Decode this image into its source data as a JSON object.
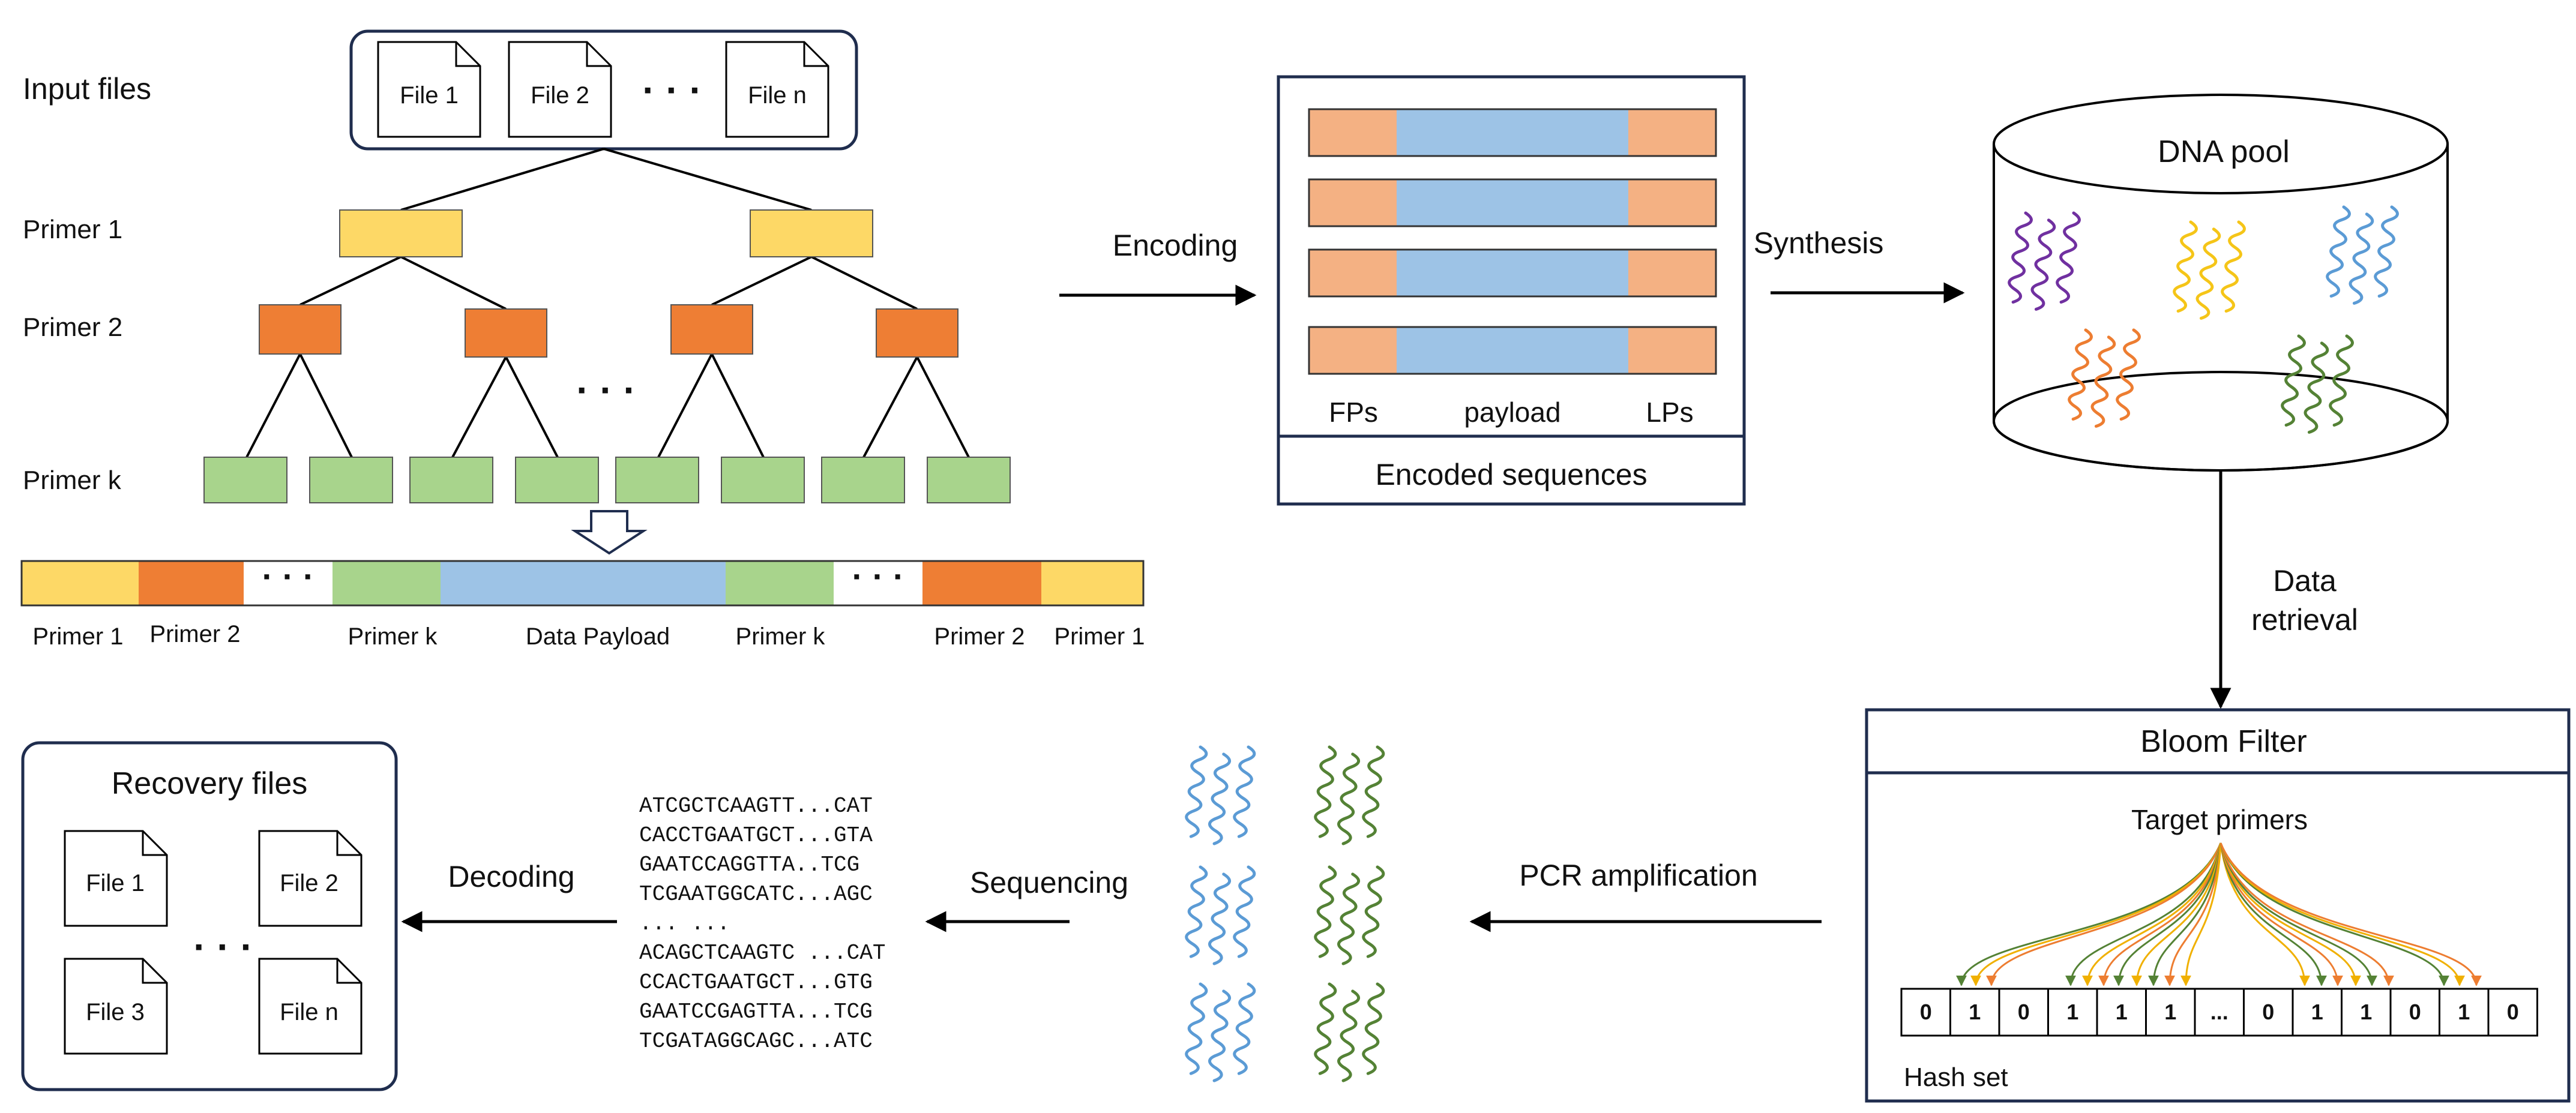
{
  "colors": {
    "primer1": "#fdd866",
    "primer2": "#ee7e34",
    "primerk": "#a8d48c",
    "payload": "#9dc3e6",
    "end_primer": "#f4b183",
    "border_navy": "#1f2d4e",
    "dna_purple": "#7030a0",
    "dna_yellow": "#f5c518",
    "dna_blue": "#5b9bd5",
    "dna_orange": "#ed7d31",
    "dna_green": "#548235",
    "seq_blue": "#5b9bd5",
    "seq_green": "#548235"
  },
  "input": {
    "title": "Input files",
    "files": [
      "File 1",
      "File 2",
      "File n"
    ],
    "dots": "· · ·"
  },
  "tree": {
    "levels": [
      "Primer 1",
      "Primer 2",
      "Primer k"
    ],
    "dots": "· · ·"
  },
  "strand": {
    "labels": [
      "Primer 1",
      "Primer 2",
      "Primer k",
      "Data Payload",
      "Primer k",
      "Primer 2",
      "Primer 1"
    ],
    "dots": "· · ·"
  },
  "encoding": {
    "arrow_label": "Encoding",
    "col_labels": [
      "FPs",
      "payload",
      "LPs"
    ],
    "caption": "Encoded sequences"
  },
  "synthesis": {
    "arrow_label": "Synthesis",
    "pool_label": "DNA pool"
  },
  "retrieval": {
    "label_line1": "Data",
    "label_line2": "retrieval"
  },
  "bloom": {
    "title": "Bloom Filter",
    "target_label": "Target primers",
    "bits": [
      "0",
      "1",
      "0",
      "1",
      "1",
      "1",
      "...",
      "0",
      "1",
      "1",
      "0",
      "1",
      "0"
    ],
    "hash_label": "Hash set"
  },
  "pcr": {
    "label": "PCR amplification"
  },
  "sequencing": {
    "label": "Sequencing"
  },
  "sequences": {
    "blue": [
      "ATCGCTCAAGTT...CAT",
      "CACCTGAATGCT...GTA",
      "GAATCCAGGTTA..TCG",
      "TCGAATGGCATC...AGC"
    ],
    "separator": "... ...",
    "green": [
      "ACAGCTCAAGTC ...CAT",
      "CCACTGAATGCT...GTG",
      "GAATCCGAGTTA...TCG",
      "TCGATAGGCAGC...ATC"
    ]
  },
  "decoding": {
    "label": "Decoding"
  },
  "recovery": {
    "title": "Recovery files",
    "files": [
      "File 1",
      "File 2",
      "File 3",
      "File n"
    ],
    "dots": "· · ·"
  }
}
